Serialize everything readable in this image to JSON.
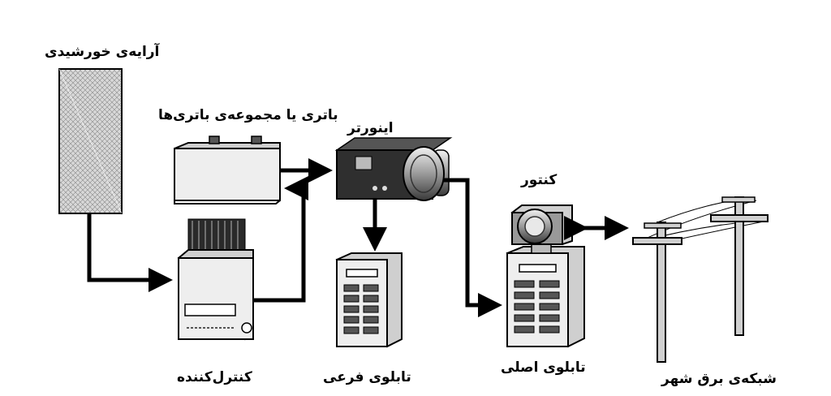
{
  "labels": {
    "solar_array": "آرایه‌ی خورشیدی",
    "battery": "باتری یا مجموعه‌ی باتری‌ها",
    "inverter": "اینورتر",
    "meter": "کنتور",
    "controller": "کنترل‌کننده",
    "sub_panel": "تابلوی فرعی",
    "main_panel": "تابلوی اصلی",
    "city_grid": "شبکه‌ی برق شهر"
  }
}
